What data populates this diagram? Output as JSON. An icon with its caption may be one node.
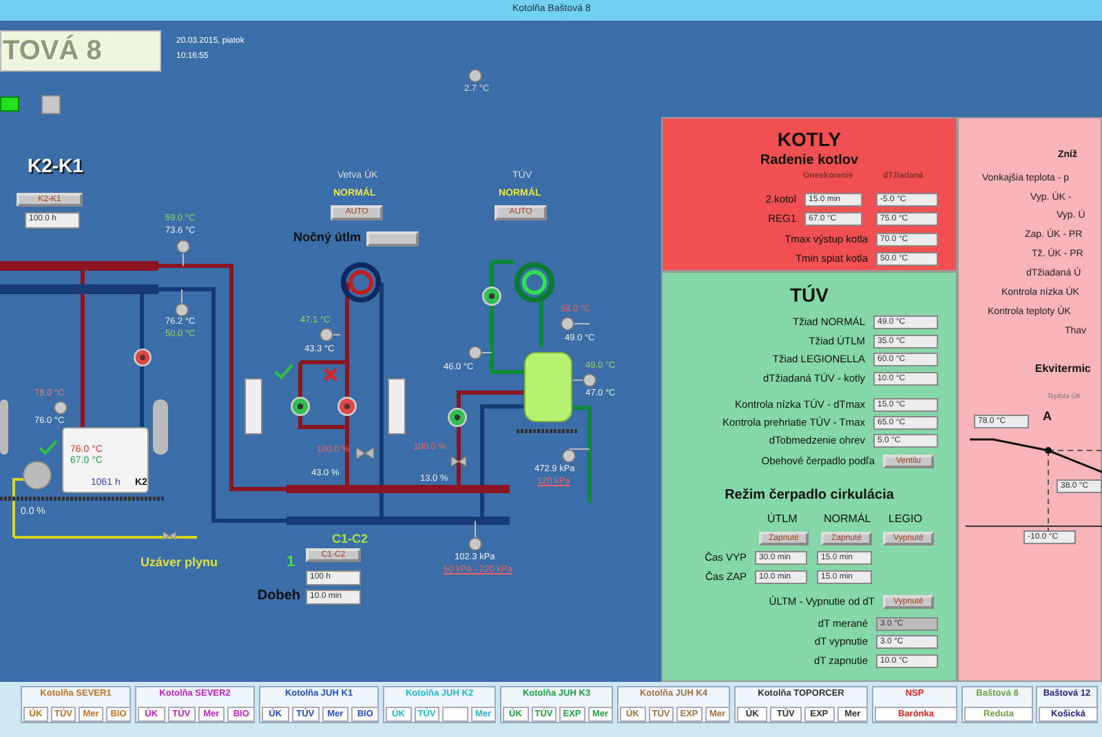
{
  "diagram": {
    "title": "Kotolňa Baštová 8",
    "nodes": [
      {
        "text": [
          "TOVÁ 8"
        ]
      },
      {
        "text": [],
        "shape": "circle",
        "beside": [
          "2.7 °C"
        ]
      },
      {
        "text": [
          "K2-K1"
        ]
      },
      {
        "text": [
          "100.0 h"
        ]
      },
      {
        "text": [],
        "shape": "circle",
        "beside": [
          "59.0 °C",
          "73.6 °C"
        ]
      },
      {
        "text": [
          "AUTO"
        ]
      },
      {
        "text": [],
        "shape": "box",
        "beside": [
          "Nočný útlm"
        ]
      },
      {
        "text": [
          "AUTO"
        ]
      },
      {
        "text": [],
        "shape": "circle",
        "beside": [
          "76.2 °C",
          "50.0 °C"
        ]
      },
      {
        "text": [],
        "shape": "circle"
      },
      {
        "text": [],
        "shape": "circle",
        "beside": [
          "78.0 °C",
          "76.0 °C"
        ]
      },
      {
        "text": [
          "76.0 °C",
          "67.0 °C",
          "1061 h",
          "K2"
        ]
      },
      {
        "text": [],
        "shape": "valve",
        "beside": [
          "Uzáver plynu"
        ]
      },
      {
        "text": [],
        "shape": "circle",
        "beside": [
          "47.1 °C",
          "43.3 °C"
        ]
      },
      {
        "text": [],
        "shape": "circle"
      },
      {
        "text": [],
        "shape": "circle"
      },
      {
        "text": [],
        "shape": "circle"
      },
      {
        "text": [],
        "shape": "valve",
        "beside": [
          "100.0 %",
          "43.0 %"
        ]
      },
      {
        "text": [],
        "shape": "circle"
      },
      {
        "text": [],
        "shape": "circle"
      },
      {
        "text": [],
        "shape": "circle",
        "beside": [
          "46.0 °C"
        ]
      },
      {
        "text": [],
        "shape": "circle",
        "beside": [
          "58.0 °C",
          "49.0 °C"
        ]
      },
      {
        "text": [],
        "shape": "cylinder"
      },
      {
        "text": [],
        "shape": "circle",
        "beside": [
          "49.0 °C",
          "47.0 °C"
        ]
      },
      {
        "text": [],
        "shape": "circle"
      },
      {
        "text": [],
        "shape": "valve",
        "beside": [
          "100.0 %",
          "13.0 %"
        ]
      },
      {
        "text": [],
        "shape": "circle",
        "beside": [
          "472.9 kPa",
          "120 kPa"
        ]
      },
      {
        "text": [],
        "shape": "circle",
        "beside": [
          "102.3 kPa",
          "60 kPa - 220 kPa"
        ]
      },
      {
        "text": [
          "C1-C2"
        ]
      },
      {
        "text": [
          "100 h"
        ]
      },
      {
        "text": [
          "10.0 min"
        ],
        "beside": [
          "Dobeh"
        ]
      },
      {
        "text": [
          "KOTLY",
          "Radenie kotlov"
        ]
      },
      {
        "text": [
          "15.0 min"
        ],
        "in": 31,
        "beside": [
          "2.kotol"
        ]
      },
      {
        "text": [
          "-5.0 °C"
        ],
        "in": 31
      },
      {
        "text": [
          "67.0 °C"
        ],
        "in": 31,
        "beside": [
          "REG1"
        ]
      },
      {
        "text": [
          "75.0 °C"
        ],
        "in": 31
      },
      {
        "text": [
          "70.0 °C"
        ],
        "in": 31,
        "beside": [
          "Tmax výstup kotla"
        ]
      },
      {
        "text": [
          "50.0 °C"
        ],
        "in": 31,
        "beside": [
          "Tmin spiat kotla"
        ]
      },
      {
        "text": [
          "TÚV",
          "Režim čerpadlo cirkulácia"
        ]
      },
      {
        "text": [
          "49.0 °C"
        ],
        "in": 38,
        "beside": [
          "Tžiad NORMÁL"
        ]
      },
      {
        "text": [
          "35.0 °C"
        ],
        "in": 38,
        "beside": [
          "Tžiad ÚTLM"
        ]
      },
      {
        "text": [
          "60.0 °C"
        ],
        "in": 38,
        "beside": [
          "Tžiad LEGIONELLA"
        ]
      },
      {
        "text": [
          "10.0 °C"
        ],
        "in": 38,
        "beside": [
          "dTžiadaná TÚV - kotly"
        ]
      },
      {
        "text": [
          "15.0 °C"
        ],
        "in": 38,
        "beside": [
          "Kontrola nízka TÚV - dTmax"
        ]
      },
      {
        "text": [
          "65.0 °C"
        ],
        "in": 38,
        "beside": [
          "Kontrola prehriatie TÚV - Tmax"
        ]
      },
      {
        "text": [
          "5.0 °C"
        ],
        "in": 38,
        "beside": [
          "dTobmedzenie ohrev"
        ]
      },
      {
        "text": [
          "Ventilu"
        ],
        "in": 38,
        "beside": [
          "Obehové čerpadlo podľa"
        ]
      },
      {
        "text": [
          "Zapnuté"
        ],
        "in": 38
      },
      {
        "text": [
          "Zapnuté"
        ],
        "in": 38
      },
      {
        "text": [
          "Vypnuté"
        ],
        "in": 38
      },
      {
        "text": [
          "30.0 min"
        ],
        "in": 38,
        "beside": [
          "Čas VYP"
        ]
      },
      {
        "text": [
          "15.0 min"
        ],
        "in": 38
      },
      {
        "text": [
          "10.0 min"
        ],
        "in": 38,
        "beside": [
          "Čas ZAP"
        ]
      },
      {
        "text": [
          "15.0 min"
        ],
        "in": 38
      },
      {
        "text": [
          "Vypnuté"
        ],
        "in": 38,
        "beside": [
          "ÚLTM - Vypnutie od dT"
        ]
      },
      {
        "text": [
          "3.0 °C"
        ],
        "in": 38,
        "beside": [
          "dT merané"
        ]
      },
      {
        "text": [
          "3.0 °C"
        ],
        "in": 38,
        "beside": [
          "dT vypnutie"
        ]
      },
      {
        "text": [
          "10.0 °C"
        ],
        "in": 38,
        "beside": [
          "dT zapnutie"
        ]
      },
      {
        "text": [
          "Zníž",
          "Ekvitermic"
        ]
      },
      {
        "text": [
          "78.0 °C"
        ],
        "in": 58
      },
      {
        "text": [
          "38.0 °C"
        ],
        "in": 58
      },
      {
        "text": [
          "-10.0 °C"
        ],
        "in": 58
      },
      {
        "text": [
          "Kotolňa SEVER1"
        ]
      },
      {
        "text": [
          "ÚK"
        ],
        "in": 62
      },
      {
        "text": [
          "TÚV"
        ],
        "in": 62
      },
      {
        "text": [
          "Mer"
        ],
        "in": 62
      },
      {
        "text": [
          "BIO"
        ],
        "in": 62
      },
      {
        "text": [
          "Kotolňa SEVER2"
        ]
      },
      {
        "text": [
          "ÚK"
        ],
        "in": 67
      },
      {
        "text": [
          "TÚV"
        ],
        "in": 67
      },
      {
        "text": [
          "Mer"
        ],
        "in": 67
      },
      {
        "text": [
          "BIO"
        ],
        "in": 67
      },
      {
        "text": [
          "Kotolňa JUH K1"
        ]
      },
      {
        "text": [
          "ÚK"
        ],
        "in": 72
      },
      {
        "text": [
          "TÚV"
        ],
        "in": 72
      },
      {
        "text": [
          "Mer"
        ],
        "in": 72
      },
      {
        "text": [
          "BIO"
        ],
        "in": 72
      },
      {
        "text": [
          "Kotolňa JUH K2"
        ]
      },
      {
        "text": [
          "ÚK"
        ],
        "in": 77
      },
      {
        "text": [
          "TÚV"
        ],
        "in": 77
      },
      {
        "text": [],
        "shape": "box",
        "in": 77
      },
      {
        "text": [
          "Mer"
        ],
        "in": 77
      },
      {
        "text": [
          "Kotolňa JUH K3"
        ]
      },
      {
        "text": [
          "ÚK"
        ],
        "in": 82
      },
      {
        "text": [
          "TÚV"
        ],
        "in": 82
      },
      {
        "text": [
          "EXP"
        ],
        "in": 82
      },
      {
        "text": [
          "Mer"
        ],
        "in": 82
      },
      {
        "text": [
          "Kotolňa JUH K4"
        ]
      },
      {
        "text": [
          "ÚK"
        ],
        "in": 87
      },
      {
        "text": [
          "TÚV"
        ],
        "in": 87
      },
      {
        "text": [
          "EXP"
        ],
        "in": 87
      },
      {
        "text": [
          "Mer"
        ],
        "in": 87
      },
      {
        "text": [
          "Kotolňa TOPORCER"
        ]
      },
      {
        "text": [
          "ÚK"
        ],
        "in": 92
      },
      {
        "text": [
          "TÚV"
        ],
        "in": 92
      },
      {
        "text": [
          "EXP"
        ],
        "in": 92
      },
      {
        "text": [
          "Mer"
        ],
        "in": 92
      },
      {
        "text": [
          "NSP"
        ]
      },
      {
        "text": [
          "Barónka"
        ],
        "in": 97
      },
      {
        "text": [
          "Baštová 8"
        ]
      },
      {
        "text": [
          "Reduta"
        ],
        "in": 99
      },
      {
        "text": [
          "Baštová 12"
        ]
      },
      {
        "text": [
          "Košická"
        ],
        "in": 101
      }
    ],
    "labels": [
      "20.03.2015, piatok",
      "10:16:55",
      "K2-K1",
      "Vetva ÚK",
      "NORMÁL",
      "TÚV",
      "NORMÁL",
      "0.0 %",
      "C1-C2",
      "1",
      "Oneskorenie",
      "dTžiadaná",
      "ÚTLM",
      "NORMÁL",
      "LEGIO",
      "Vonkajšia teplota - p",
      "Vyp. ÚK -",
      "Vyp. Ú",
      "Zap. ÚK - PR",
      "Tž. ÚK - PR",
      "dTžiadaná Ú",
      "Kontrola nízka ÚK",
      "Kontrola teploty ÚK",
      "Thav",
      "Teplota ÚK",
      "A"
    ]
  }
}
